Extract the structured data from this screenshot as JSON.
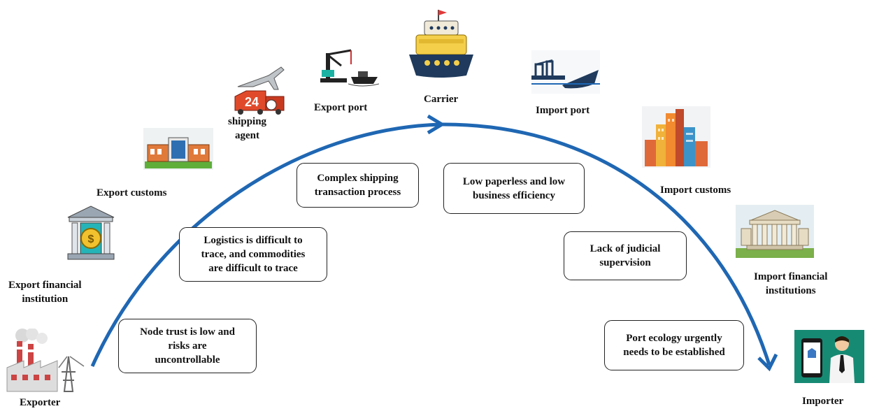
{
  "nodes": {
    "exporter": "Exporter",
    "export_financial_1": "Export financial",
    "export_financial_2": "institution",
    "export_customs": "Export customs",
    "shipping_agent_1": "shipping",
    "shipping_agent_2": "agent",
    "export_port": "Export port",
    "carrier": "Carrier",
    "import_port": "Import port",
    "import_customs": "Import customs",
    "import_financial_1": "Import financial",
    "import_financial_2": "institutions",
    "importer": "Importer"
  },
  "problems": {
    "trust": [
      "Node trust is low and",
      "risks are",
      "uncontrollable"
    ],
    "logistics": [
      "Logistics is difficult to",
      "trace, and commodities",
      "are difficult to trace"
    ],
    "shipping": [
      "Complex shipping",
      "transaction process"
    ],
    "paperless": [
      "Low paperless and low",
      "business efficiency"
    ],
    "judicial": [
      "Lack of judicial",
      "supervision"
    ],
    "ecology": [
      "Port ecology urgently",
      "needs to be established"
    ]
  },
  "colors": {
    "arc": "#1f67b3",
    "box_border": "#222222",
    "teal": "#178a74"
  },
  "icons": [
    "factory-icon",
    "bank-coin-icon",
    "customs-building-icon",
    "plane-truck-icon",
    "crane-ship-icon",
    "ship-icon",
    "port-ship-icon",
    "city-buildings-icon",
    "classical-bank-icon",
    "businessman-phone-icon"
  ]
}
